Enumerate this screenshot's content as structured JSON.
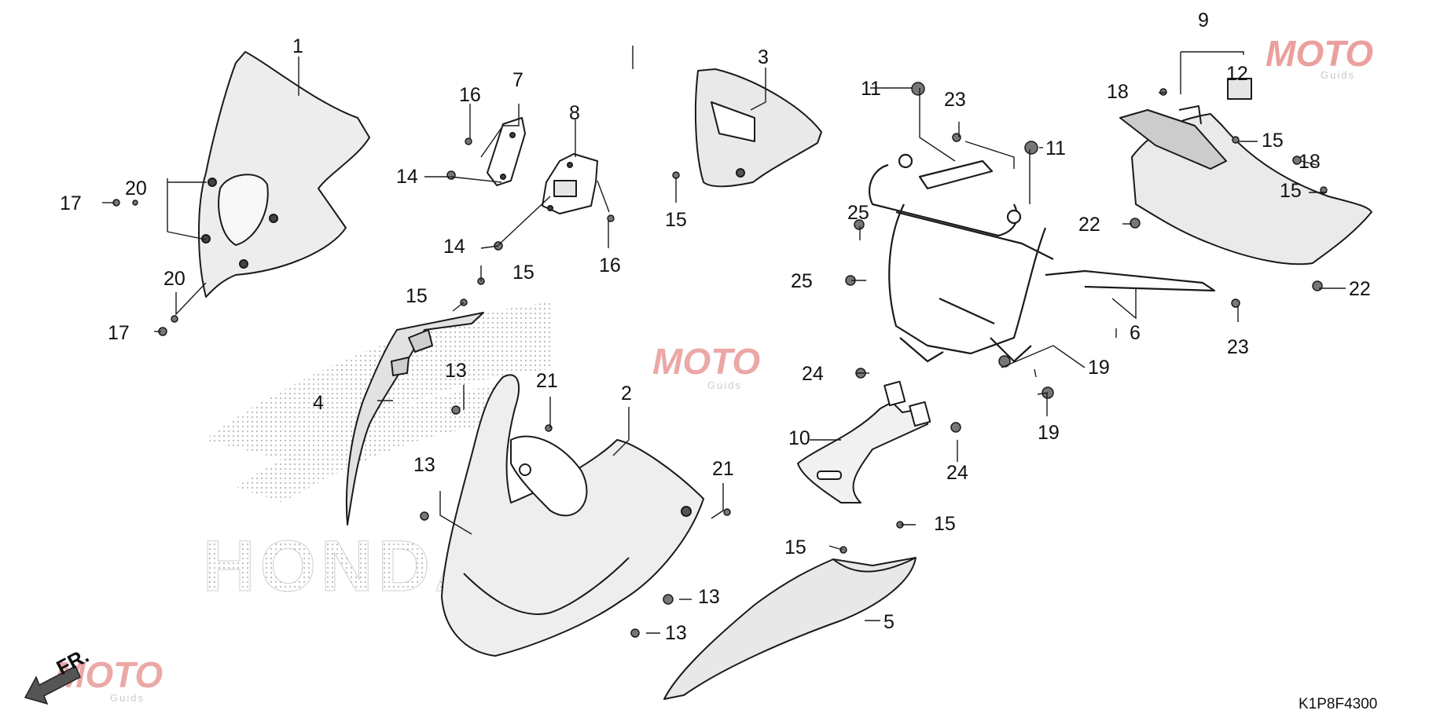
{
  "diagram": {
    "code": "K1P8F4300",
    "front_marker": "FR.",
    "brand_text": "HONDA",
    "watermark": {
      "text": "MOTO",
      "subtext": "Guids"
    },
    "callouts": {
      "c1": "1",
      "c2": "2",
      "c3": "3",
      "c4": "4",
      "c5": "5",
      "c6": "6",
      "c7": "7",
      "c8": "8",
      "c9": "9",
      "c10": "10",
      "c11a": "11",
      "c11b": "11",
      "c12": "12",
      "c13a": "13",
      "c13b": "13",
      "c13c": "13",
      "c13d": "13",
      "c14a": "14",
      "c14b": "14",
      "c15a": "15",
      "c15b": "15",
      "c15c": "15",
      "c15d": "15",
      "c15e": "15",
      "c15f": "15",
      "c15g": "15",
      "c16a": "16",
      "c16b": "16",
      "c17a": "17",
      "c17b": "17",
      "c18a": "18",
      "c18b": "18",
      "c19a": "19",
      "c19b": "19",
      "c20a": "20",
      "c20b": "20",
      "c21a": "21",
      "c21b": "21",
      "c22a": "22",
      "c22b": "22",
      "c23a": "23",
      "c23b": "23",
      "c24a": "24",
      "c24b": "24",
      "c25a": "25",
      "c25b": "25"
    }
  }
}
